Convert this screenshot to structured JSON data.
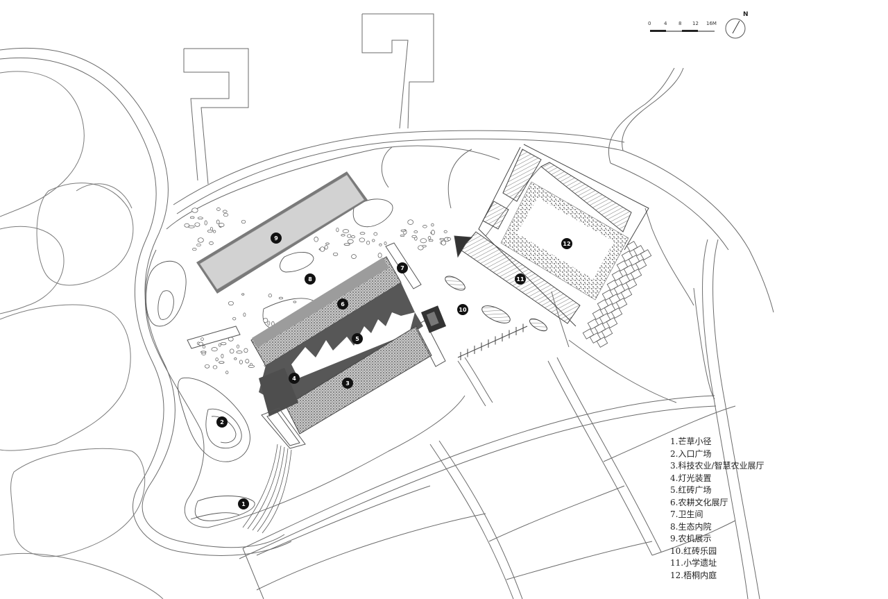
{
  "scale_bar": {
    "ticks": [
      "0",
      "4",
      "8",
      "12",
      "16M"
    ]
  },
  "north_arrow": {
    "label": "N",
    "icon": "north-arrow-icon"
  },
  "markers": [
    {
      "num": "1"
    },
    {
      "num": "2"
    },
    {
      "num": "3"
    },
    {
      "num": "4"
    },
    {
      "num": "5"
    },
    {
      "num": "6"
    },
    {
      "num": "7"
    },
    {
      "num": "8"
    },
    {
      "num": "9"
    },
    {
      "num": "10"
    },
    {
      "num": "11"
    },
    {
      "num": "12"
    }
  ],
  "legend": [
    "1.芒草小径",
    "2.入口广场",
    "3.科技农业/智慧农业展厅",
    "4.灯光装置",
    "5.红砖广场",
    "6.农耕文化展厅",
    "7.卫生间",
    "8.生态内院",
    "9.农机展示",
    "10.红砖乐园",
    "11.小学遗址",
    "12.梧桐内庭"
  ],
  "colors": {
    "line": "#6a6a6a",
    "dark_fill": "#5a5a5a",
    "light_fill": "#d0d0d0",
    "marker": "#111111"
  }
}
